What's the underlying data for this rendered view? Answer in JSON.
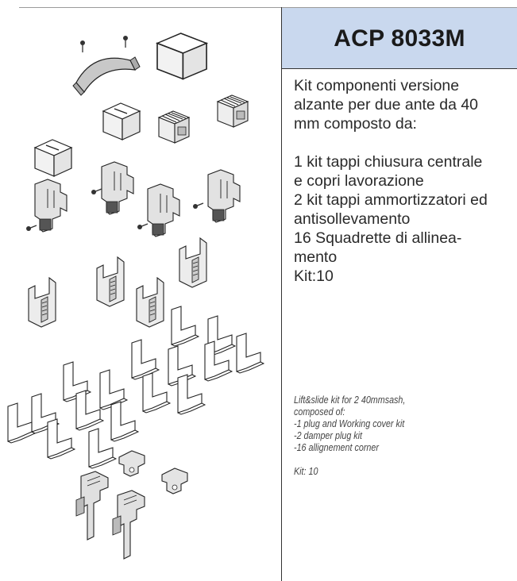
{
  "product": {
    "code": "ACP 8033M"
  },
  "description_it": [
    "Kit componenti versione",
    "alzante per due ante da 40",
    "mm composto da:",
    "",
    "1 kit tappi chiusura centrale",
    "e copri lavorazione",
    "2 kit tappi ammortizzatori ed",
    "antisollevamento",
    "16 Squadrette di allinea-",
    "mento",
    "Kit:10"
  ],
  "description_en": [
    "Lift&slide kit for 2 40mmsash,",
    "composed of:",
    "-1 plug and Working cover kit",
    "-2 damper plug kit",
    "-16 allignement corner",
    "",
    "Kit: 10"
  ],
  "colors": {
    "title_band": "#c9d8ee",
    "divider": "#333333"
  }
}
